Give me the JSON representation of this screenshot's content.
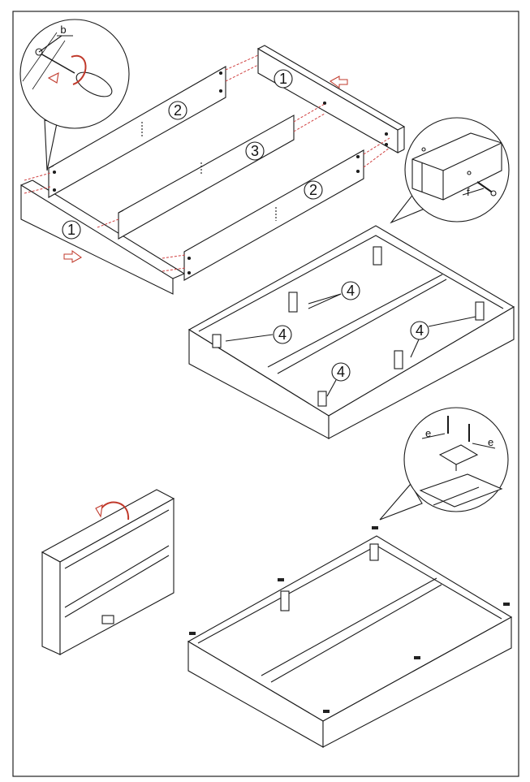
{
  "callouts": {
    "b": "b",
    "f": "f",
    "e_left": "e",
    "e_right": "e"
  },
  "parts": {
    "p1_top": "1",
    "p1_bottom": "1",
    "p2_left": "2",
    "p2_right": "2",
    "p3": "3",
    "p4_a": "4",
    "p4_b": "4",
    "p4_c": "4",
    "p4_d": "4"
  },
  "colors": {
    "line": "#1a1a1a",
    "arrow": "#c0392b",
    "dash": "#d04040"
  }
}
